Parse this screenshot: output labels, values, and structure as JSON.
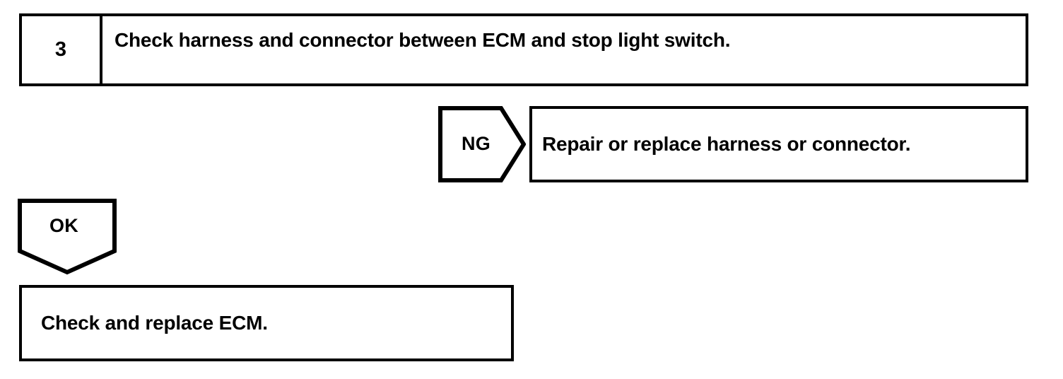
{
  "diagram": {
    "type": "troubleshooting-flowchart",
    "line_color": "#000000",
    "background_color": "#ffffff",
    "text_color": "#000000",
    "step": {
      "number": "3",
      "instruction": "Check harness and connector between ECM and stop light switch."
    },
    "branches": [
      {
        "result": "NG",
        "marker_shape": "right-pointing-pentagon",
        "action": "Repair or replace harness or connector."
      },
      {
        "result": "OK",
        "marker_shape": "down-pointing-pentagon",
        "action": "Check and replace ECM."
      }
    ]
  }
}
